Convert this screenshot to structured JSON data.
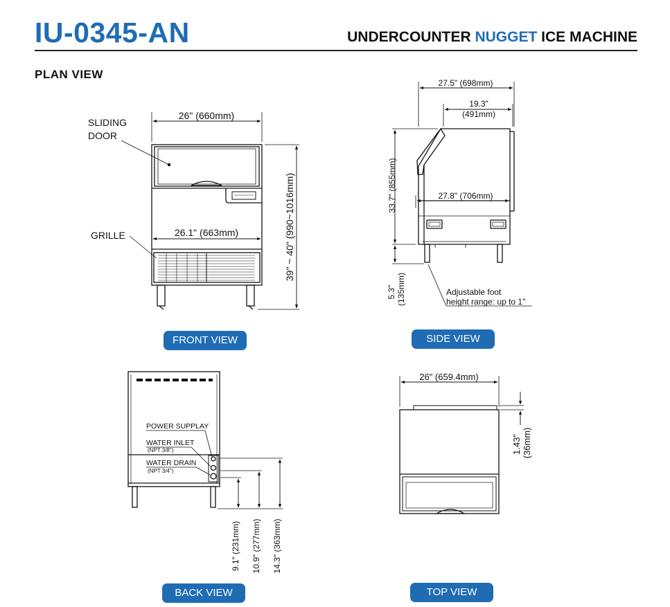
{
  "header": {
    "model": "IU-0345-AN",
    "subtitle_before": "UNDERCOUNTER ",
    "subtitle_accent": "NUGGET",
    "subtitle_after": " ICE MACHINE",
    "accent_color": "#1f6cb4"
  },
  "section_title": "PLAN VIEW",
  "front": {
    "label": "FRONT VIEW",
    "width_top": "26\" (660mm)",
    "width_mid": "26.1\" (663mm)",
    "height": "39\" ~ 40\" (990~1016mm)",
    "callout_door_1": "SLIDING",
    "callout_door_2": "DOOR",
    "callout_grille": "GRILLE"
  },
  "side": {
    "label": "SIDE VIEW",
    "depth_total": "27.5\" (698mm)",
    "depth_top_1": "19.3\"",
    "depth_top_2": "(491mm)",
    "depth_body": "27.8\" (706mm)",
    "height_body": "33.7\" (855mm)",
    "leg_1": "5.3\"",
    "leg_2": "(135mm)",
    "foot_note_1": "Adjustable foot",
    "foot_note_2": "height range: up to 1\""
  },
  "back": {
    "label": "BACK VIEW",
    "power": "POWER SUPPLAY",
    "inlet": "WATER INLET",
    "inlet_spec": "(NPT 3/8\")",
    "drain": "WATER DRAIN",
    "drain_spec": "(NPT 3/4\")",
    "dim_1": "9.1\" (231mm)",
    "dim_2": "10.9\" (277mm)",
    "dim_3": "14.3\" (363mm)"
  },
  "top": {
    "label": "TOP VIEW",
    "width": "26\" (659.4mm)",
    "lip_1": "1.43\"",
    "lip_2": "(36mm)"
  }
}
